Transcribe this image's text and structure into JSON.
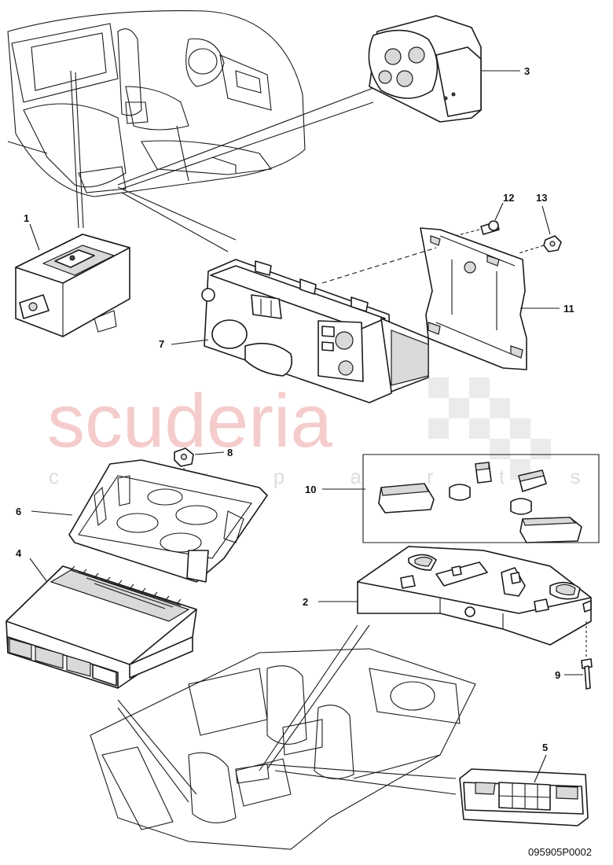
{
  "watermark": {
    "brand": "scuderia",
    "tagline": "c a r p a r t s"
  },
  "callouts": {
    "c1": "1",
    "c2": "2",
    "c3": "3",
    "c4": "4",
    "c5": "5",
    "c6": "6",
    "c7": "7",
    "c8": "8",
    "c9": "9",
    "c10": "10",
    "c11": "11",
    "c12": "12",
    "c13": "13"
  },
  "reference": "095905P0002"
}
